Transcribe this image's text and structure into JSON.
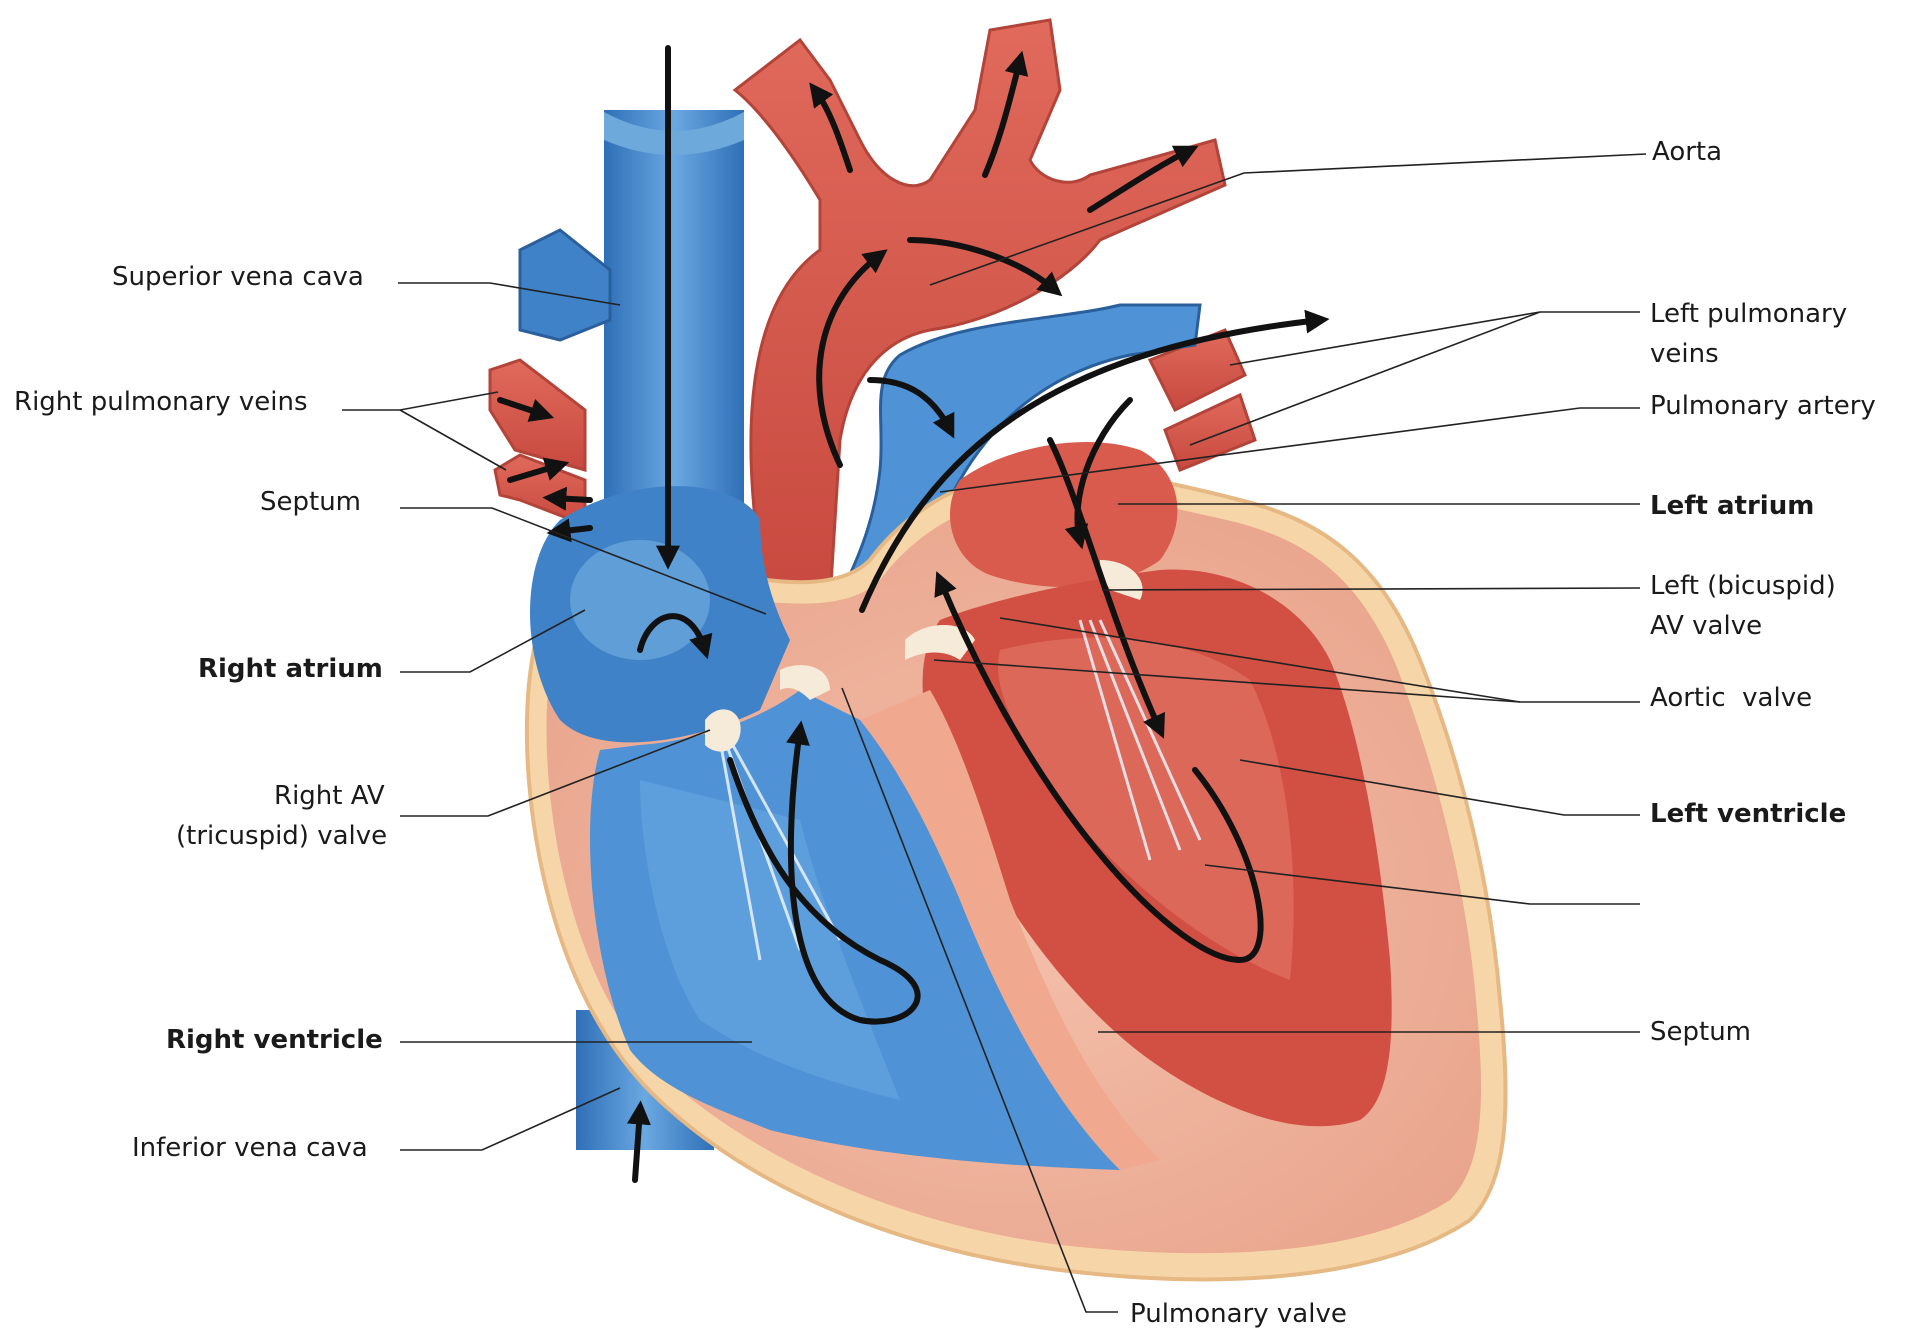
{
  "diagram": {
    "colors": {
      "oxygenated": "#e0675a",
      "oxygenated_dark": "#c0453c",
      "deoxygenated": "#4f93d6",
      "deoxygenated_dark": "#2f6fb6",
      "muscle": "#f3b7a1",
      "outer_wall": "#f6d6a8",
      "valve": "#f6ead8",
      "arrow": "#111111"
    },
    "labels": {
      "superior_vena_cava": "Superior vena cava",
      "right_pulmonary_veins": "Right pulmonary veins",
      "septum_upper": "Septum",
      "right_atrium": "Right atrium",
      "right_av_valve_line1": "Right AV",
      "right_av_valve_line2": "(tricuspid) valve",
      "right_ventricle": "Right ventricle",
      "inferior_vena_cava": "Inferior vena cava",
      "aorta": "Aorta",
      "left_pulmonary_veins_line1": "Left pulmonary",
      "left_pulmonary_veins_line2": "veins",
      "pulmonary_artery": "Pulmonary artery",
      "left_atrium": "Left atrium",
      "left_av_valve_line1": "Left (bicuspid)",
      "left_av_valve_line2": "AV valve",
      "aortic_valve": "Aortic  valve",
      "left_ventricle": "Left ventricle",
      "septum_lower": "Septum",
      "pulmonary_valve": "Pulmonary valve"
    },
    "icons": {
      "heart": "heart-cross-section-icon",
      "flow": "blood-flow-arrow-icon"
    }
  }
}
